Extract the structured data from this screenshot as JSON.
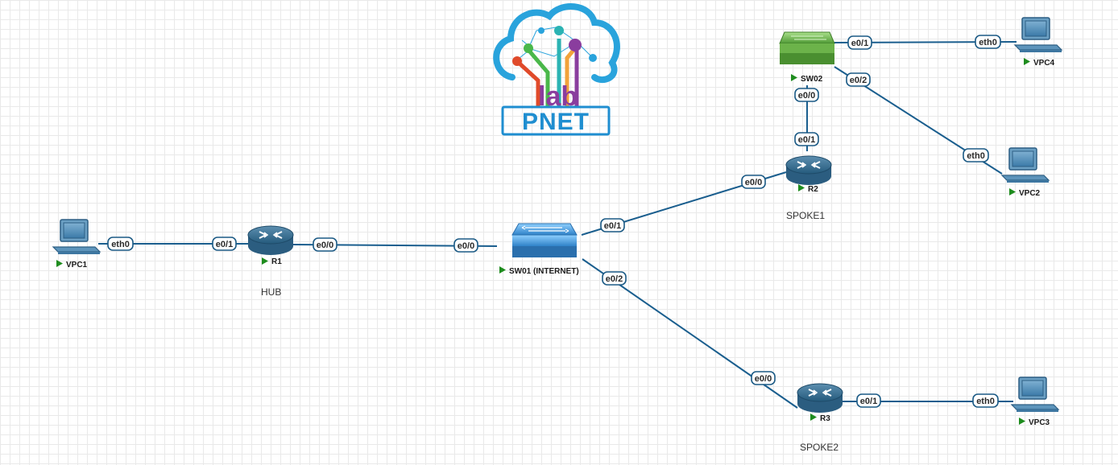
{
  "logo": {
    "text_lab": "lab",
    "text_pnet": "PNET"
  },
  "colors": {
    "link": "#1a5e8e",
    "port_border": "#1b5a85",
    "start_arrow": "#1e8c1e",
    "router": "#2f6b8f",
    "switch_internet": "#3a8ed6",
    "switch_sw02": "#6dbb4a"
  },
  "nodes": {
    "vpc1": {
      "label": "VPC1",
      "icon": "pc-icon"
    },
    "r1": {
      "label": "R1",
      "icon": "router-icon"
    },
    "sw01": {
      "label": "SW01 (INTERNET)",
      "icon": "switch-icon"
    },
    "r2": {
      "label": "R2",
      "icon": "router-icon"
    },
    "r3": {
      "label": "R3",
      "icon": "router-icon"
    },
    "sw02": {
      "label": "SW02",
      "icon": "switch-icon"
    },
    "vpc2": {
      "label": "VPC2",
      "icon": "pc-icon"
    },
    "vpc3": {
      "label": "VPC3",
      "icon": "pc-icon"
    },
    "vpc4": {
      "label": "VPC4",
      "icon": "pc-icon"
    }
  },
  "sites": {
    "hub": "HUB",
    "spoke1": "SPOKE1",
    "spoke2": "SPOKE2"
  },
  "ports": {
    "vpc1_eth0": "eth0",
    "r1_e0_1": "e0/1",
    "r1_e0_0": "e0/0",
    "sw01_e0_0": "e0/0",
    "sw01_e0_1": "e0/1",
    "sw01_e0_2": "e0/2",
    "r2_e0_0": "e0/0",
    "r2_e0_1": "e0/1",
    "sw02_e0_0": "e0/0",
    "sw02_e0_1": "e0/1",
    "sw02_e0_2": "e0/2",
    "vpc4_eth0": "eth0",
    "vpc2_eth0": "eth0",
    "r3_e0_0": "e0/0",
    "r3_e0_1": "e0/1",
    "vpc3_eth0": "eth0"
  }
}
